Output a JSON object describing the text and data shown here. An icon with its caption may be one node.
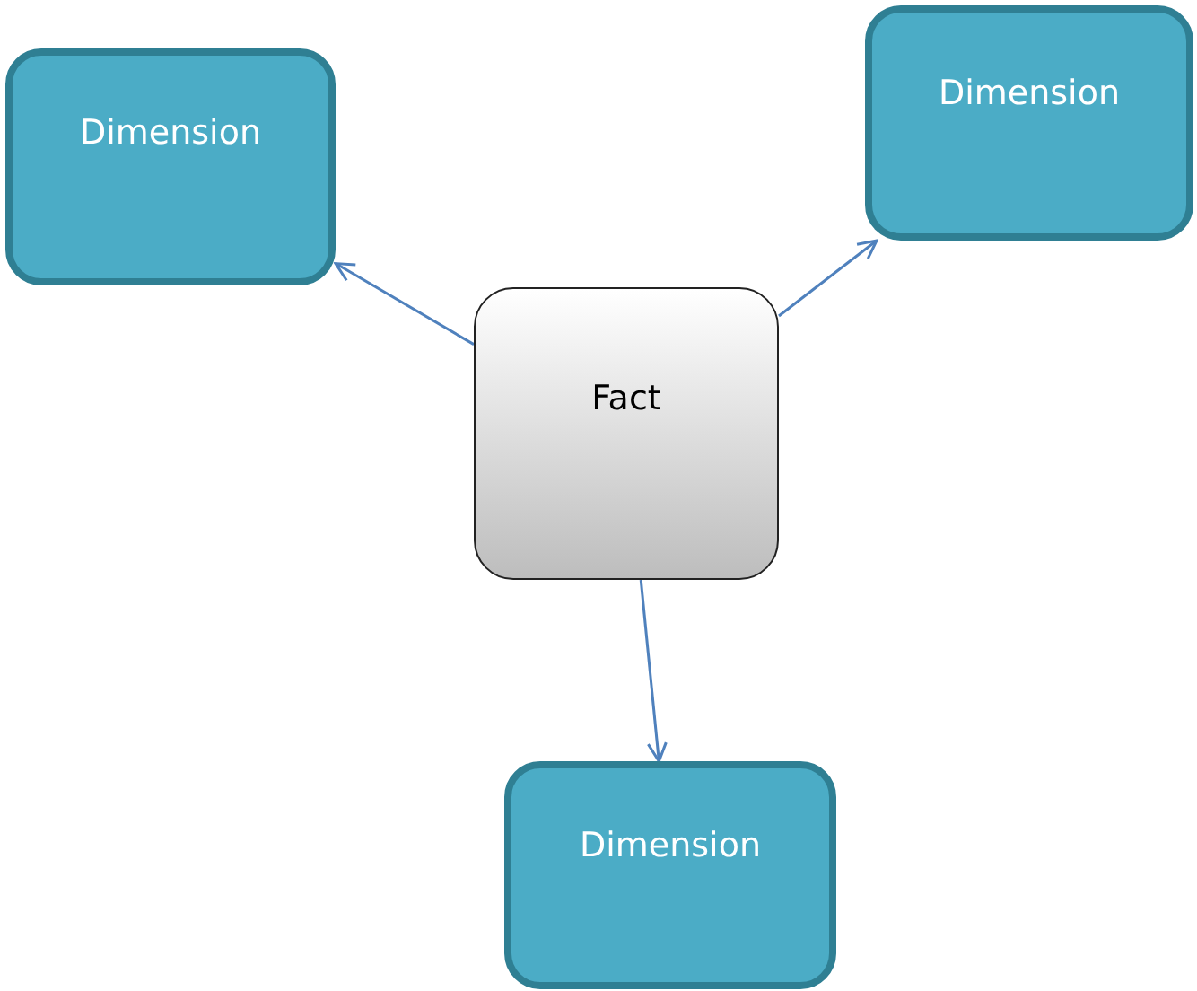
{
  "diagram": {
    "nodes": [
      {
        "text": [
          "Dimension"
        ]
      },
      {
        "text": [
          "Dimension"
        ]
      },
      {
        "text": [
          "Fact"
        ]
      },
      {
        "text": [
          "Dimension"
        ]
      }
    ],
    "edges": [
      {
        "from": 2,
        "to": 0,
        "arrow": "to"
      },
      {
        "from": 2,
        "to": 1,
        "arrow": "to"
      },
      {
        "from": 2,
        "to": 3,
        "arrow": "to"
      }
    ]
  }
}
